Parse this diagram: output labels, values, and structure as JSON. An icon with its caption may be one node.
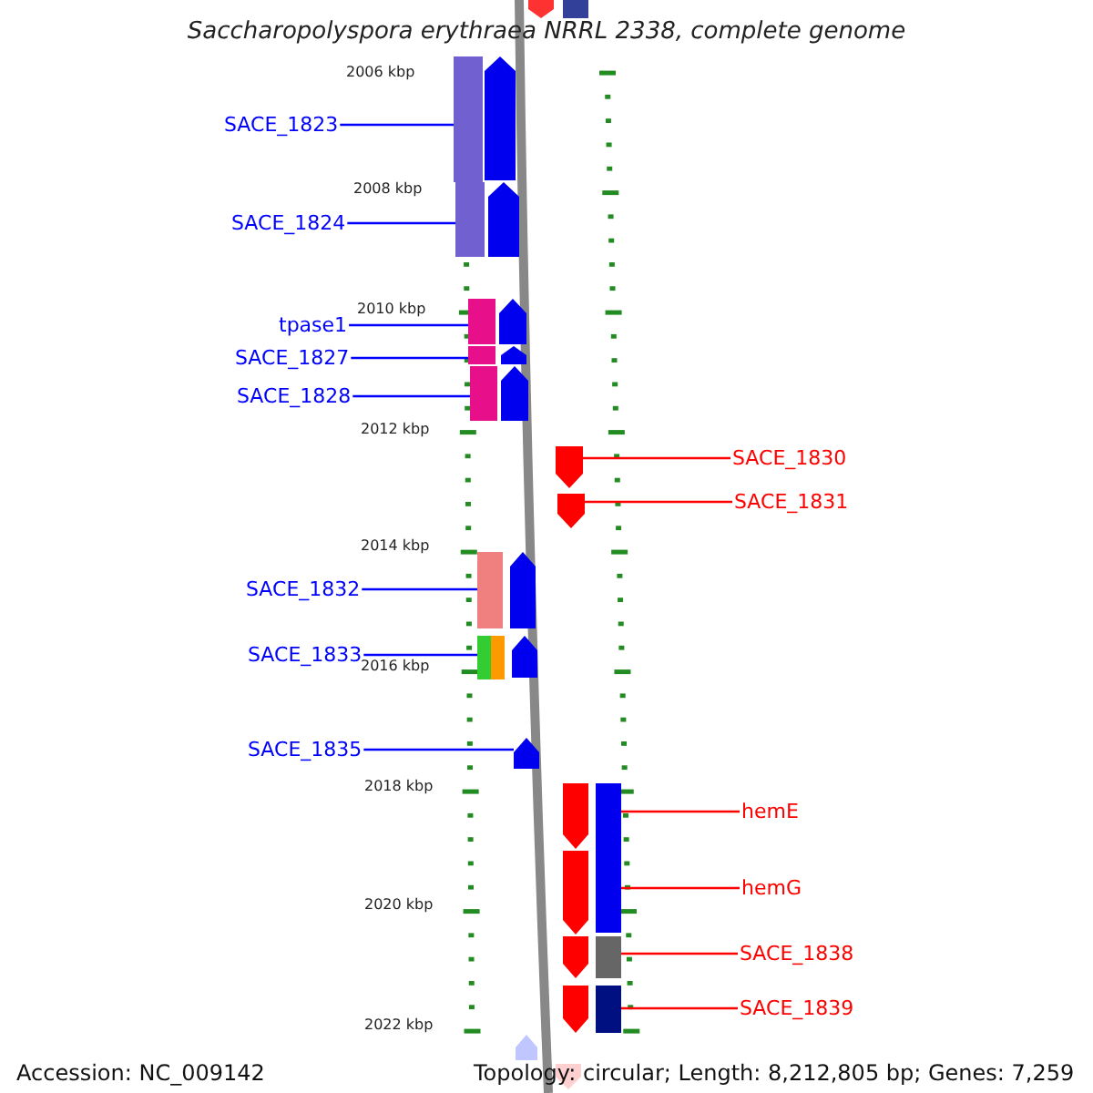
{
  "diagram": {
    "title": "Saccharopolyspora erythraea NRRL 2338, complete genome",
    "nodes": [
      {
        "text": [
          "SACE_1823"
        ]
      },
      {
        "text": [
          "SACE_1824"
        ]
      },
      {
        "text": [
          "tpase1"
        ]
      },
      {
        "text": [
          "SACE_1827"
        ]
      },
      {
        "text": [
          "SACE_1828"
        ]
      },
      {
        "text": [
          "SACE_1830"
        ]
      },
      {
        "text": [
          "SACE_1831"
        ]
      },
      {
        "text": [
          "SACE_1832"
        ]
      },
      {
        "text": [
          "SACE_1833"
        ]
      },
      {
        "text": [
          "SACE_1835"
        ]
      },
      {
        "text": [
          "hemE"
        ]
      },
      {
        "text": [
          "hemG"
        ]
      },
      {
        "text": [
          "SACE_1838"
        ]
      },
      {
        "text": [
          "SACE_1839"
        ]
      },
      {
        "text": [],
        "shape": "bar"
      },
      {
        "text": [],
        "shape": "bar"
      },
      {
        "text": [],
        "shape": "bar"
      },
      {
        "text": [],
        "shape": "bar"
      },
      {
        "text": [],
        "shape": "bar"
      },
      {
        "text": [],
        "shape": "arrow"
      },
      {
        "text": [],
        "shape": "arrow"
      },
      {
        "text": [],
        "shape": "bar"
      },
      {
        "text": [],
        "shape": "bar"
      },
      {
        "text": [],
        "shape": "arrow"
      },
      {
        "text": [],
        "shape": "bar"
      },
      {
        "text": [],
        "shape": "bar"
      },
      {
        "text": [],
        "shape": "bar"
      },
      {
        "text": [],
        "shape": "bar"
      },
      {
        "text": [],
        "shape": "arrow"
      },
      {
        "text": [],
        "shape": "bar"
      },
      {
        "text": [],
        "shape": "arrow"
      },
      {
        "text": [],
        "shape": "arrow"
      },
      {
        "text": [],
        "shape": "arrow"
      },
      {
        "text": [],
        "shape": "arrow"
      },
      {
        "text": [],
        "shape": "arrow"
      },
      {
        "text": [],
        "shape": "arrow"
      },
      {
        "text": [],
        "shape": "arrow"
      },
      {
        "text": [],
        "shape": "arrow"
      },
      {
        "text": [],
        "shape": "arrow"
      },
      {
        "text": [],
        "shape": "arrow"
      },
      {
        "text": [],
        "shape": "arrow"
      },
      {
        "text": [],
        "shape": "arrow"
      },
      {
        "text": [],
        "shape": "arrow"
      }
    ],
    "edges": [
      {
        "from": 0,
        "to": 14,
        "arrow": "none"
      },
      {
        "from": 1,
        "to": 15,
        "arrow": "none"
      },
      {
        "from": 2,
        "to": 16,
        "arrow": "none"
      },
      {
        "from": 3,
        "to": 17,
        "arrow": "none"
      },
      {
        "from": 4,
        "to": 18,
        "arrow": "none"
      },
      {
        "from": 5,
        "to": 19,
        "arrow": "none",
        "color": "#ff0000"
      },
      {
        "from": 6,
        "to": 20,
        "arrow": "none",
        "color": "#ff0000"
      },
      {
        "from": 7,
        "to": 21,
        "arrow": "none"
      },
      {
        "from": 8,
        "to": 22,
        "arrow": "none"
      },
      {
        "from": 9,
        "to": 23,
        "arrow": "none"
      },
      {
        "from": 10,
        "to": 24,
        "arrow": "none",
        "color": "#ff0000"
      },
      {
        "from": 11,
        "to": 25,
        "arrow": "none",
        "color": "#ff0000"
      },
      {
        "from": 12,
        "to": 26,
        "arrow": "none",
        "color": "#ff0000"
      },
      {
        "from": 13,
        "to": 27,
        "arrow": "none",
        "color": "#ff0000"
      }
    ],
    "labels": [
      "2006 kbp",
      "2008 kbp",
      "2010 kbp",
      "2012 kbp",
      "2014 kbp",
      "2016 kbp",
      "2018 kbp",
      "2020 kbp",
      "2022 kbp",
      "Accession: NC_009142",
      "Topology: circular; Length: 8,212,805 bp; Genes: 7,259"
    ]
  }
}
